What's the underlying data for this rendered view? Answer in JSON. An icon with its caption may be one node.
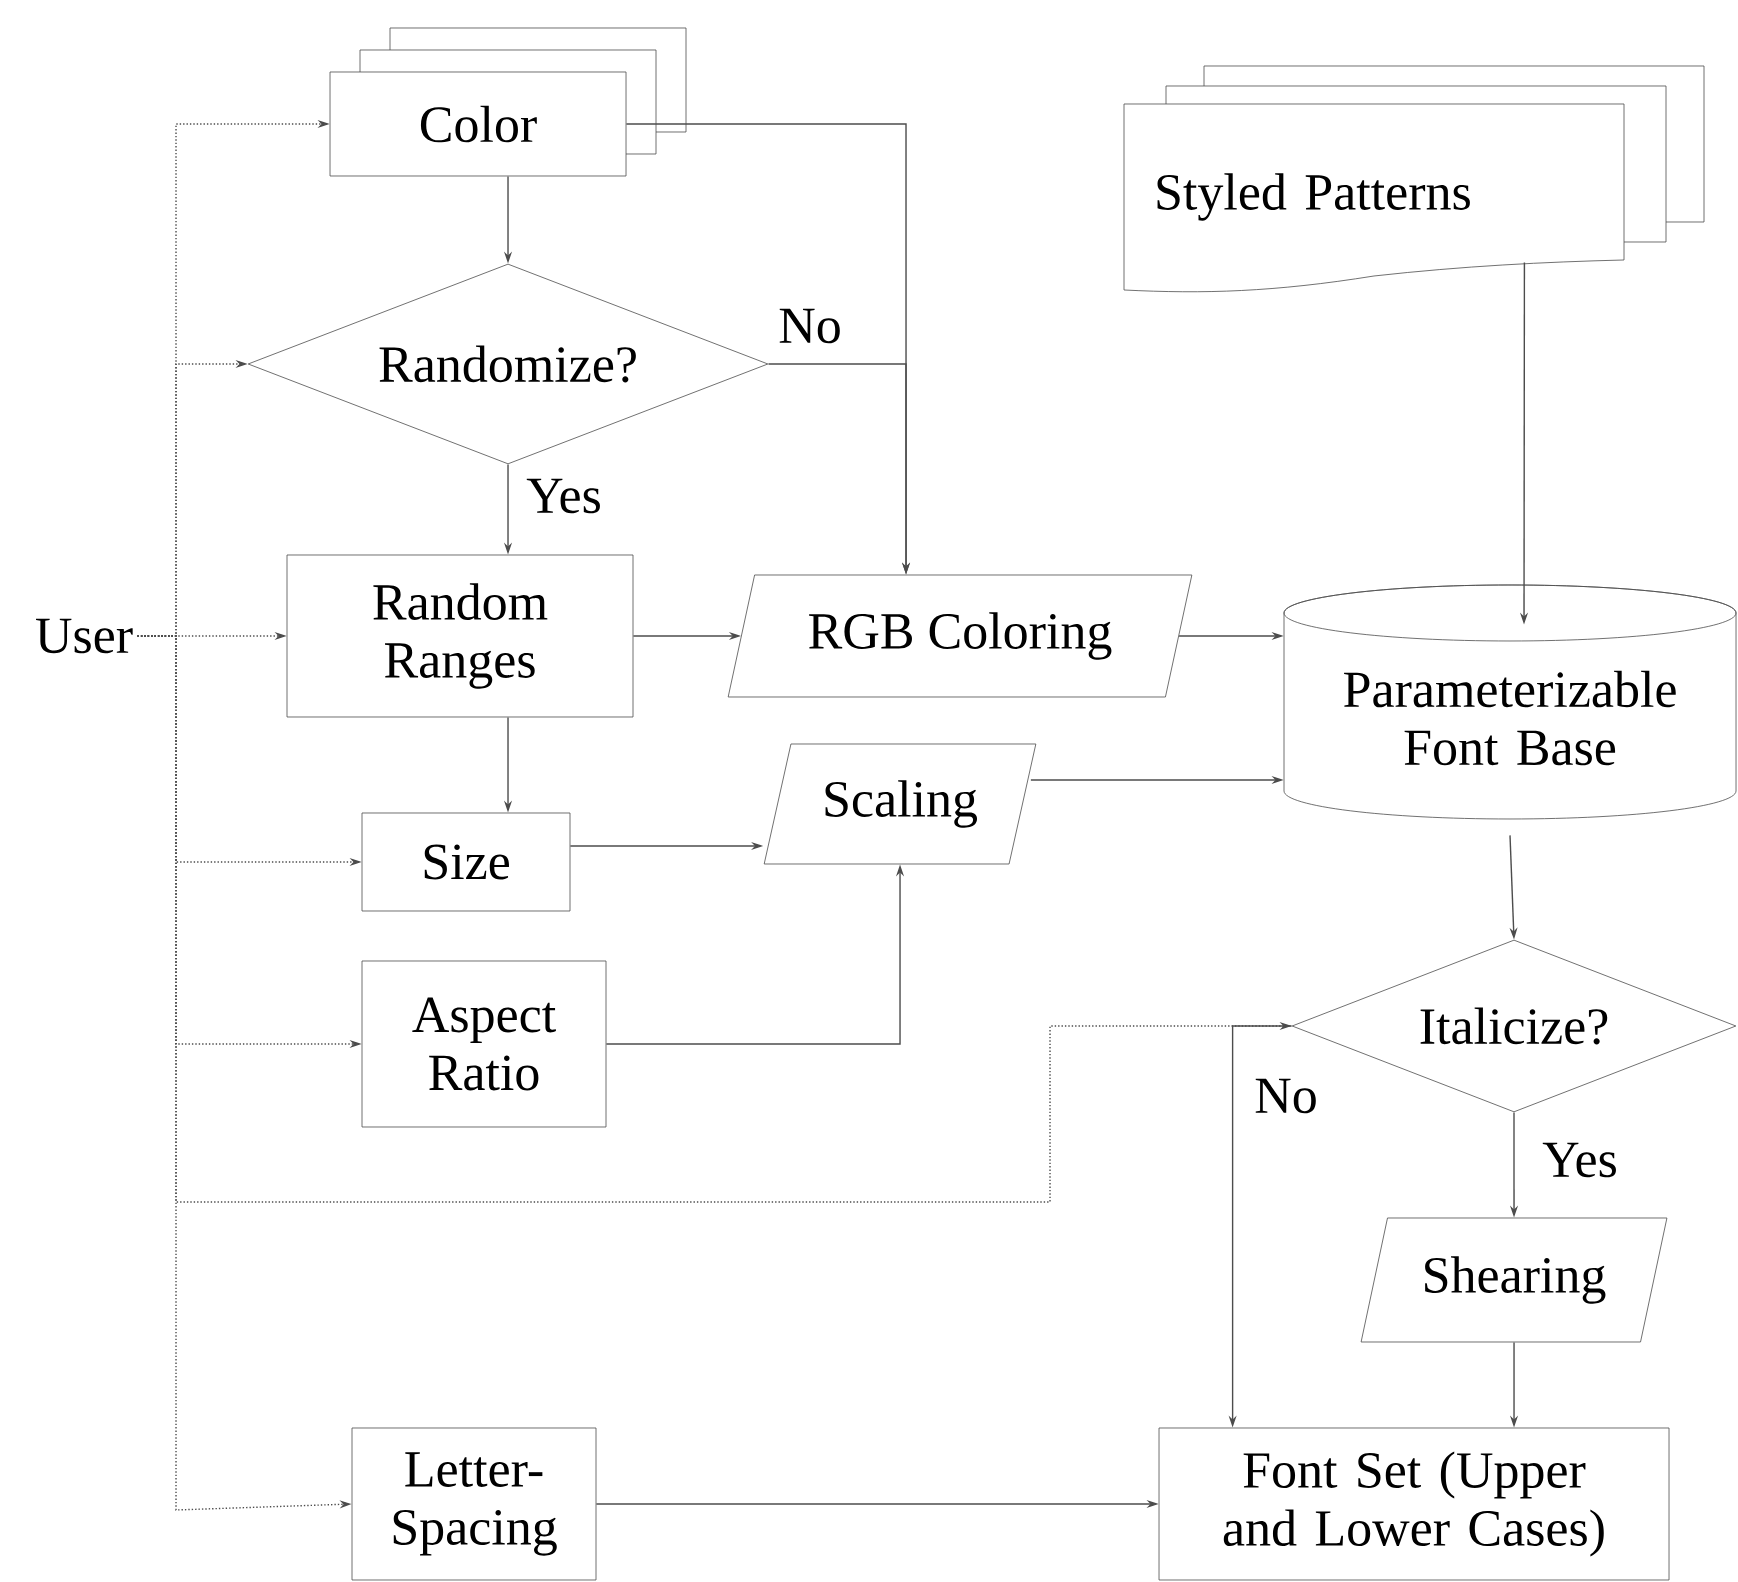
{
  "diagram": {
    "nodes": [
      {
        "text": [
          "User"
        ]
      },
      {
        "text": [
          "Color"
        ]
      },
      {
        "text": [
          "Randomize?"
        ]
      },
      {
        "text": [
          "Random Ranges"
        ]
      },
      {
        "text": [
          "RGB Coloring"
        ]
      },
      {
        "text": [
          "Size"
        ]
      },
      {
        "text": [
          "Scaling"
        ]
      },
      {
        "text": [
          "Aspect Ratio"
        ]
      },
      {
        "text": [
          "Styled Patterns"
        ]
      },
      {
        "text": [
          "Parameterizable Font Base"
        ]
      },
      {
        "text": [
          "Italicize?"
        ]
      },
      {
        "text": [
          "Shearing"
        ]
      },
      {
        "text": [
          "Letter-Spacing"
        ]
      },
      {
        "text": [
          "Font Set (Upper and Lower Cases)"
        ]
      }
    ],
    "edges": [
      {
        "from": 0,
        "to": 1,
        "arrow": "to",
        "style": "dashed"
      },
      {
        "from": 0,
        "to": 2,
        "arrow": "to",
        "style": "dashed"
      },
      {
        "from": 0,
        "to": 3,
        "arrow": "to",
        "style": "dashed"
      },
      {
        "from": 0,
        "to": 5,
        "arrow": "to",
        "style": "dashed"
      },
      {
        "from": 0,
        "to": 7,
        "arrow": "to",
        "style": "dashed"
      },
      {
        "from": 0,
        "to": 10,
        "arrow": "to",
        "style": "dashed"
      },
      {
        "from": 0,
        "to": 12,
        "arrow": "to",
        "style": "dashed"
      },
      {
        "from": 1,
        "to": 2,
        "arrow": "to"
      },
      {
        "from": 1,
        "to": 4,
        "arrow": "to"
      },
      {
        "from": 2,
        "to": 4,
        "arrow": "to",
        "label": "No"
      },
      {
        "from": 2,
        "to": 3,
        "arrow": "to",
        "label": "Yes"
      },
      {
        "from": 3,
        "to": 4,
        "arrow": "to"
      },
      {
        "from": 3,
        "to": 5,
        "arrow": "to"
      },
      {
        "from": 5,
        "to": 6,
        "arrow": "to"
      },
      {
        "from": 7,
        "to": 6,
        "arrow": "to"
      },
      {
        "from": 4,
        "to": 9,
        "arrow": "to"
      },
      {
        "from": 6,
        "to": 9,
        "arrow": "to"
      },
      {
        "from": 8,
        "to": 9,
        "arrow": "to"
      },
      {
        "from": 9,
        "to": 10,
        "arrow": "to"
      },
      {
        "from": 10,
        "to": 11,
        "arrow": "to",
        "label": "Yes"
      },
      {
        "from": 10,
        "to": 13,
        "arrow": "to",
        "label": "No"
      },
      {
        "from": 11,
        "to": 13,
        "arrow": "to"
      },
      {
        "from": 12,
        "to": 13,
        "arrow": "to"
      }
    ]
  }
}
